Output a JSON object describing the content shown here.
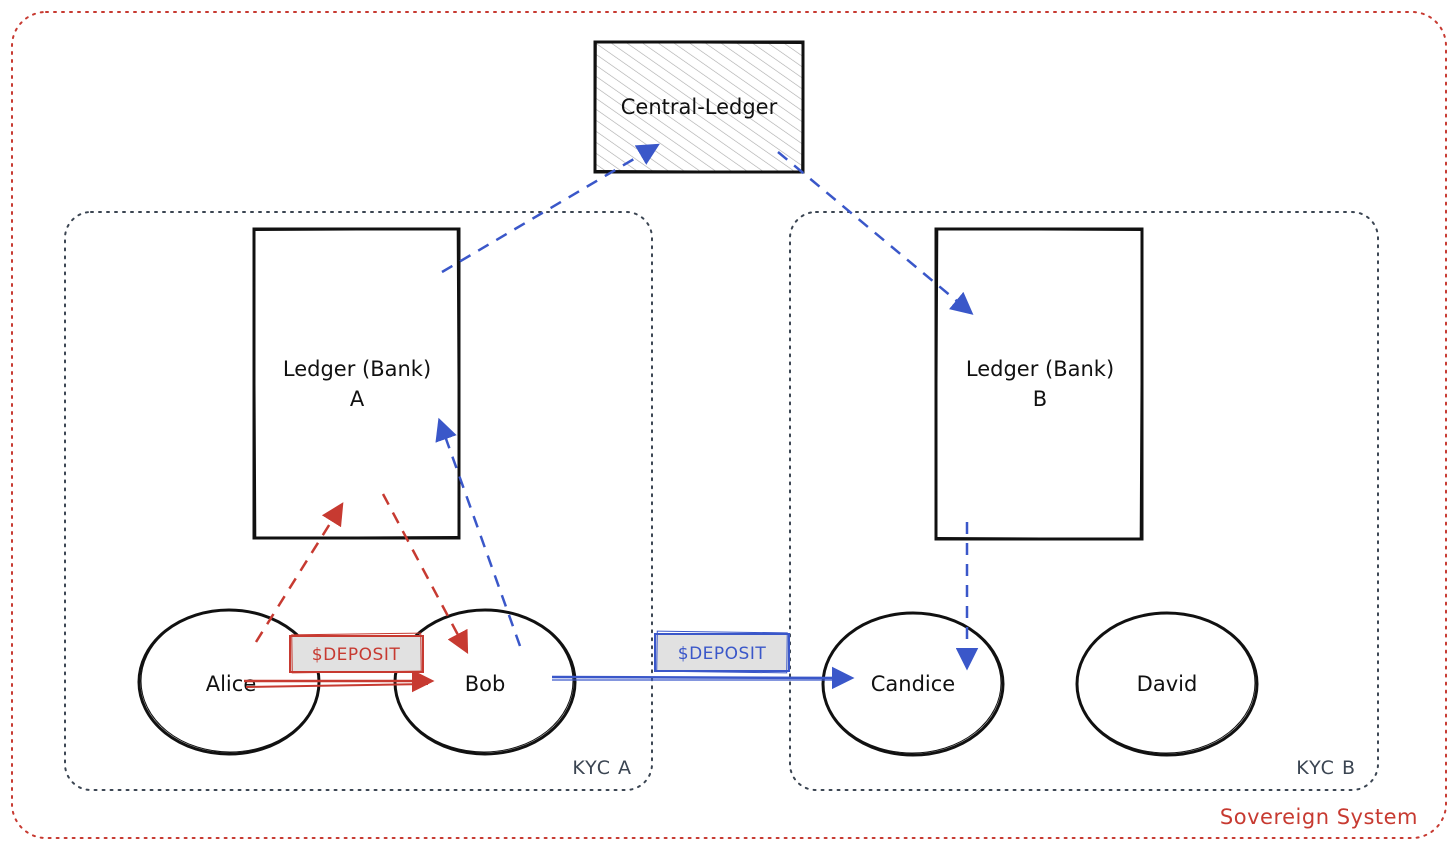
{
  "colors": {
    "red": "#c73a31",
    "blue": "#3a57c9",
    "dark": "#111111",
    "group_border": "#3b4552",
    "hatch": "#9a9a9a"
  },
  "system": {
    "label": "Sovereign System"
  },
  "groups": {
    "kyc_a": {
      "label": "KYC A"
    },
    "kyc_b": {
      "label": "KYC B"
    }
  },
  "ledgers": {
    "central": {
      "label": "Central-Ledger"
    },
    "bank_a": {
      "line1": "Ledger (Bank)",
      "line2": "A"
    },
    "bank_b": {
      "line1": "Ledger (Bank)",
      "line2": "B"
    }
  },
  "users": {
    "alice": "Alice",
    "bob": "Bob",
    "candice": "Candice",
    "david": "David"
  },
  "transfers": {
    "internal": {
      "label": "$DEPOSIT",
      "color": "red"
    },
    "external": {
      "label": "$DEPOSIT",
      "color": "blue"
    }
  }
}
